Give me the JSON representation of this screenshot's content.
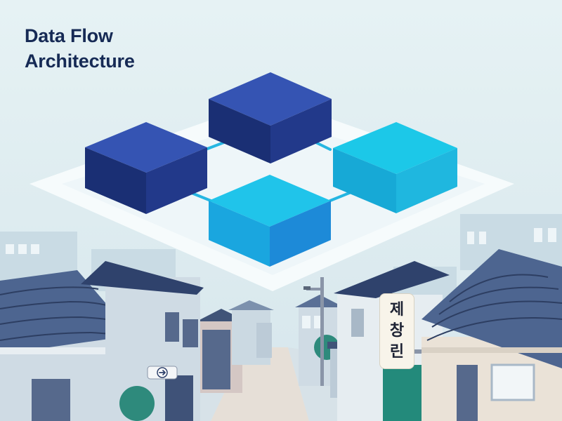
{
  "title": {
    "line1": "Data Flow",
    "line2": "Architecture"
  },
  "shop_sign": {
    "chars": [
      "제",
      "창",
      "린"
    ]
  },
  "colors": {
    "sky": "#e3f0f3",
    "title_text": "#162a55",
    "block_navy": "#26439d",
    "block_cyan": "#1cc2e4",
    "platform": "#f6fbfc",
    "roof_tile": "#4d6590",
    "wall": "#cfdbe4"
  },
  "icons": [
    "arrow-right-icon"
  ]
}
